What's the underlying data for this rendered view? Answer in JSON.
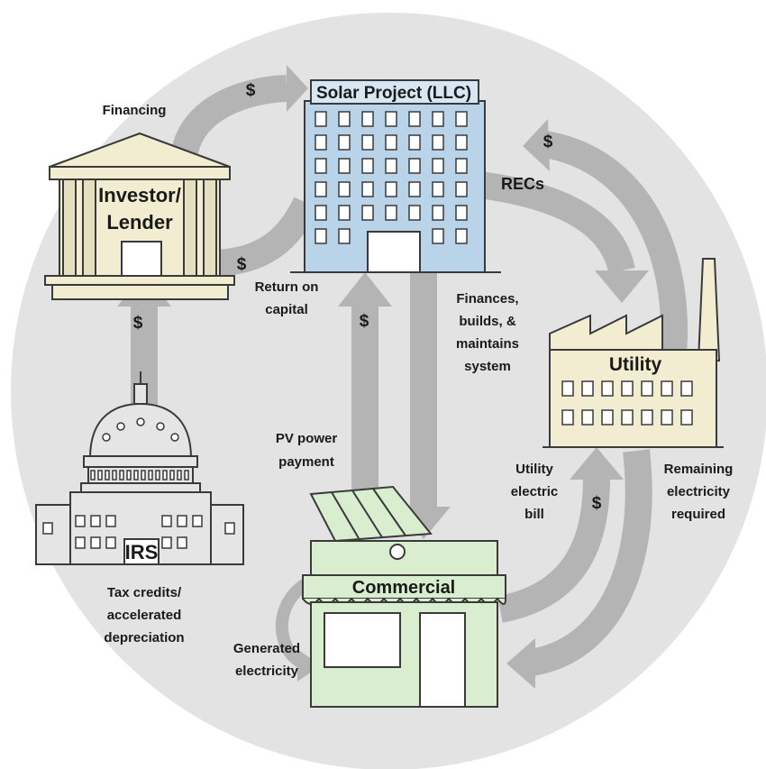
{
  "entities": {
    "solar_project": "Solar Project (LLC)",
    "investor": [
      "Investor/",
      "Lender"
    ],
    "utility": "Utility",
    "commercial": "Commercial",
    "irs": "IRS"
  },
  "flows": {
    "financing": "Financing",
    "return_on_capital": [
      "Return on",
      "capital"
    ],
    "recs": "RECs",
    "finances_builds": [
      "Finances,",
      "builds, &",
      "maintains",
      "system"
    ],
    "pv_power_payment": [
      "PV power",
      "payment"
    ],
    "utility_electric_bill": [
      "Utility",
      "electric",
      "bill"
    ],
    "remaining_electricity": [
      "Remaining",
      "electricity",
      "required"
    ],
    "tax_credits": [
      "Tax credits/",
      "accelerated",
      "depreciation"
    ],
    "generated_electricity": [
      "Generated",
      "electricity"
    ]
  },
  "money_symbol": "$",
  "colors": {
    "background_circle": "#e3e3e3",
    "arrow": "#b4b4b4",
    "solar_project": "#b9d3e8",
    "utility": "#f2ecd0",
    "commercial": "#d9edcf",
    "buildings_neutral": "#e5e5e5"
  }
}
